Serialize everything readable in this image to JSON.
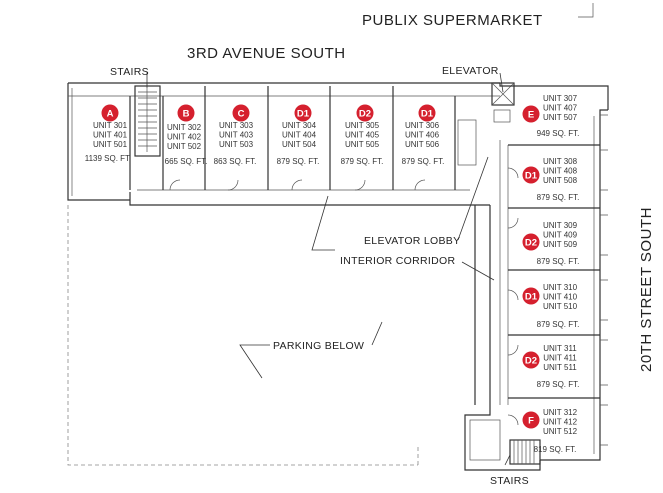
{
  "streets": {
    "north": "3RD AVENUE SOUTH",
    "east": "20TH STREET SOUTH",
    "landmark": "PUBLIX SUPERMARKET"
  },
  "callouts": {
    "stairs_top": "STAIRS",
    "stairs_bottom": "STAIRS",
    "elevator": "ELEVATOR",
    "elevator_lobby": "ELEVATOR LOBBY",
    "interior_corridor": "INTERIOR CORRIDOR",
    "parking": "PARKING BELOW"
  },
  "units": [
    {
      "id": "A",
      "type": "A",
      "lines": [
        "UNIT 301",
        "UNIT 401",
        "UNIT 501"
      ],
      "sqft": "1139 SQ. FT."
    },
    {
      "id": "B",
      "type": "B",
      "lines": [
        "UNIT 302",
        "UNIT 402",
        "UNIT 502"
      ],
      "sqft": "665 SQ. FT."
    },
    {
      "id": "C",
      "type": "C",
      "lines": [
        "UNIT 303",
        "UNIT 403",
        "UNIT 503"
      ],
      "sqft": "863 SQ. FT."
    },
    {
      "id": "D1a",
      "type": "D1",
      "lines": [
        "UNIT 304",
        "UNIT 404",
        "UNIT 504"
      ],
      "sqft": "879 SQ. FT."
    },
    {
      "id": "D2a",
      "type": "D2",
      "lines": [
        "UNIT 305",
        "UNIT 405",
        "UNIT 505"
      ],
      "sqft": "879 SQ. FT."
    },
    {
      "id": "D1b",
      "type": "D1",
      "lines": [
        "UNIT 306",
        "UNIT 406",
        "UNIT 506"
      ],
      "sqft": "879 SQ. FT."
    },
    {
      "id": "E",
      "type": "E",
      "lines": [
        "UNIT 307",
        "UNIT 407",
        "UNIT 507"
      ],
      "sqft": "949 SQ. FT."
    },
    {
      "id": "D1c",
      "type": "D1",
      "lines": [
        "UNIT 308",
        "UNIT 408",
        "UNIT 508"
      ],
      "sqft": "879 SQ. FT."
    },
    {
      "id": "D2b",
      "type": "D2",
      "lines": [
        "UNIT 309",
        "UNIT 409",
        "UNIT 509"
      ],
      "sqft": "879 SQ. FT."
    },
    {
      "id": "D1d",
      "type": "D1",
      "lines": [
        "UNIT 310",
        "UNIT 410",
        "UNIT 510"
      ],
      "sqft": "879 SQ. FT."
    },
    {
      "id": "D2c",
      "type": "D2",
      "lines": [
        "UNIT 311",
        "UNIT 411",
        "UNIT 511"
      ],
      "sqft": "879 SQ. FT."
    },
    {
      "id": "F",
      "type": "F",
      "lines": [
        "UNIT 312",
        "UNIT 412",
        "UNIT 512"
      ],
      "sqft": "819 SQ. FT."
    }
  ],
  "colors": {
    "badge": "#d5202e",
    "wall": "#333333"
  }
}
